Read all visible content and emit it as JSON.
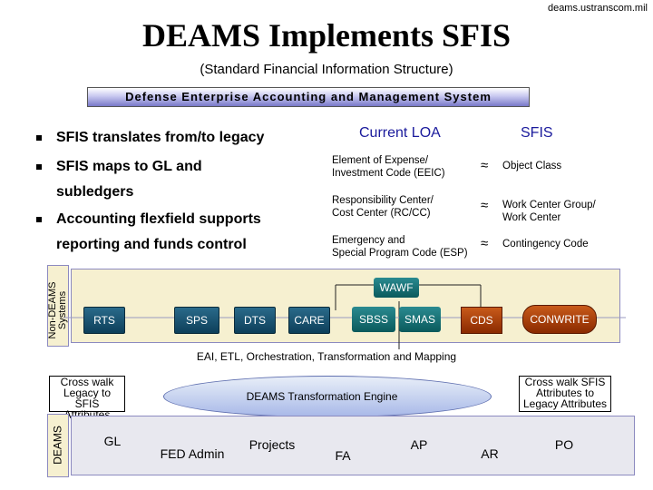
{
  "header": {
    "url": "deams.ustranscom.mil",
    "title": "DEAMS Implements SFIS",
    "subtitle": "(Standard Financial Information Structure)",
    "banner": "Defense Enterprise Accounting and Management System"
  },
  "bullets": [
    {
      "line1": "SFIS translates from/to legacy",
      "line2": ""
    },
    {
      "line1": "SFIS maps to GL and",
      "line2": "subledgers"
    },
    {
      "line1": "Accounting flexfield supports",
      "line2": "reporting and funds control"
    }
  ],
  "loa": {
    "left_header": "Current LOA",
    "right_header": "SFIS",
    "approx_symbol": "≈",
    "rows": [
      {
        "left1": "Element of Expense/",
        "left2": "Investment Code (EEIC)",
        "right1": "Object Class",
        "right2": ""
      },
      {
        "left1": "Responsibility Center/",
        "left2": "Cost Center (RC/CC)",
        "right1": "Work Center Group/",
        "right2": "Work Center"
      },
      {
        "left1": "Emergency and",
        "left2": "Special Program Code (ESP)",
        "right1": "Contingency Code",
        "right2": ""
      }
    ]
  },
  "non_deams": {
    "label_line1": "Non-DEAMS",
    "label_line2": "Systems",
    "wawf": "WAWF",
    "systems": [
      "RTS",
      "SPS",
      "DTS",
      "CARE",
      "SBSS",
      "SMAS",
      "CDS",
      "CONWRITE"
    ]
  },
  "eai": "EAI, ETL, Orchestration, Transformation and Mapping",
  "engine": "DEAMS Transformation Engine",
  "callouts": {
    "left": [
      "Cross walk",
      "Legacy to SFIS",
      "Attributes"
    ],
    "right": [
      "Cross walk SFIS",
      "Attributes to",
      "Legacy Attributes"
    ]
  },
  "deams": {
    "label": "DEAMS",
    "modules": [
      "GL",
      "FED Admin",
      "Projects",
      "FA",
      "AP",
      "AR",
      "PO"
    ]
  },
  "colors": {
    "title_blue": "#1a1a9c",
    "system_box": "#1a4a6a",
    "sbss_box": "#0a6a6c",
    "cds_box": "#a84a0a",
    "band": "#f6f0d0"
  }
}
